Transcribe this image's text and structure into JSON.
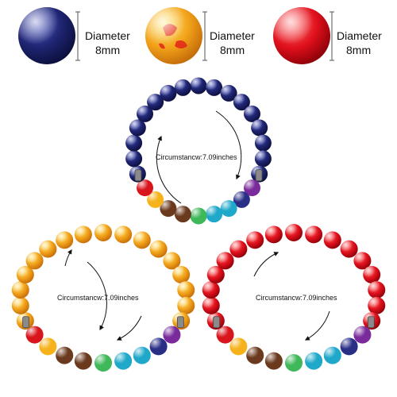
{
  "samples": [
    {
      "key": "lapis",
      "label_line1": "Diameter",
      "label_line2": "8mm"
    },
    {
      "key": "amber",
      "label_line1": "Diameter",
      "label_line2": "8mm"
    },
    {
      "key": "red",
      "label_line1": "Diameter",
      "label_line2": "8mm"
    }
  ],
  "bracelets": [
    {
      "key": "lapis",
      "circumference_label": "Circumstancw:7.09inches"
    },
    {
      "key": "amber",
      "circumference_label": "Circumstancw:7.09inches"
    },
    {
      "key": "red",
      "circumference_label": "Circumstancw:7.09inches"
    }
  ],
  "colors": {
    "lapis": "#1e2470",
    "amber": "#f2a21a",
    "red": "#e0101c",
    "chakra": [
      "#d8141c",
      "#f5b21b",
      "#6b3a1e",
      "#3fb85a",
      "#1fa8c9",
      "#2a2f86",
      "#7a2a9a"
    ]
  }
}
